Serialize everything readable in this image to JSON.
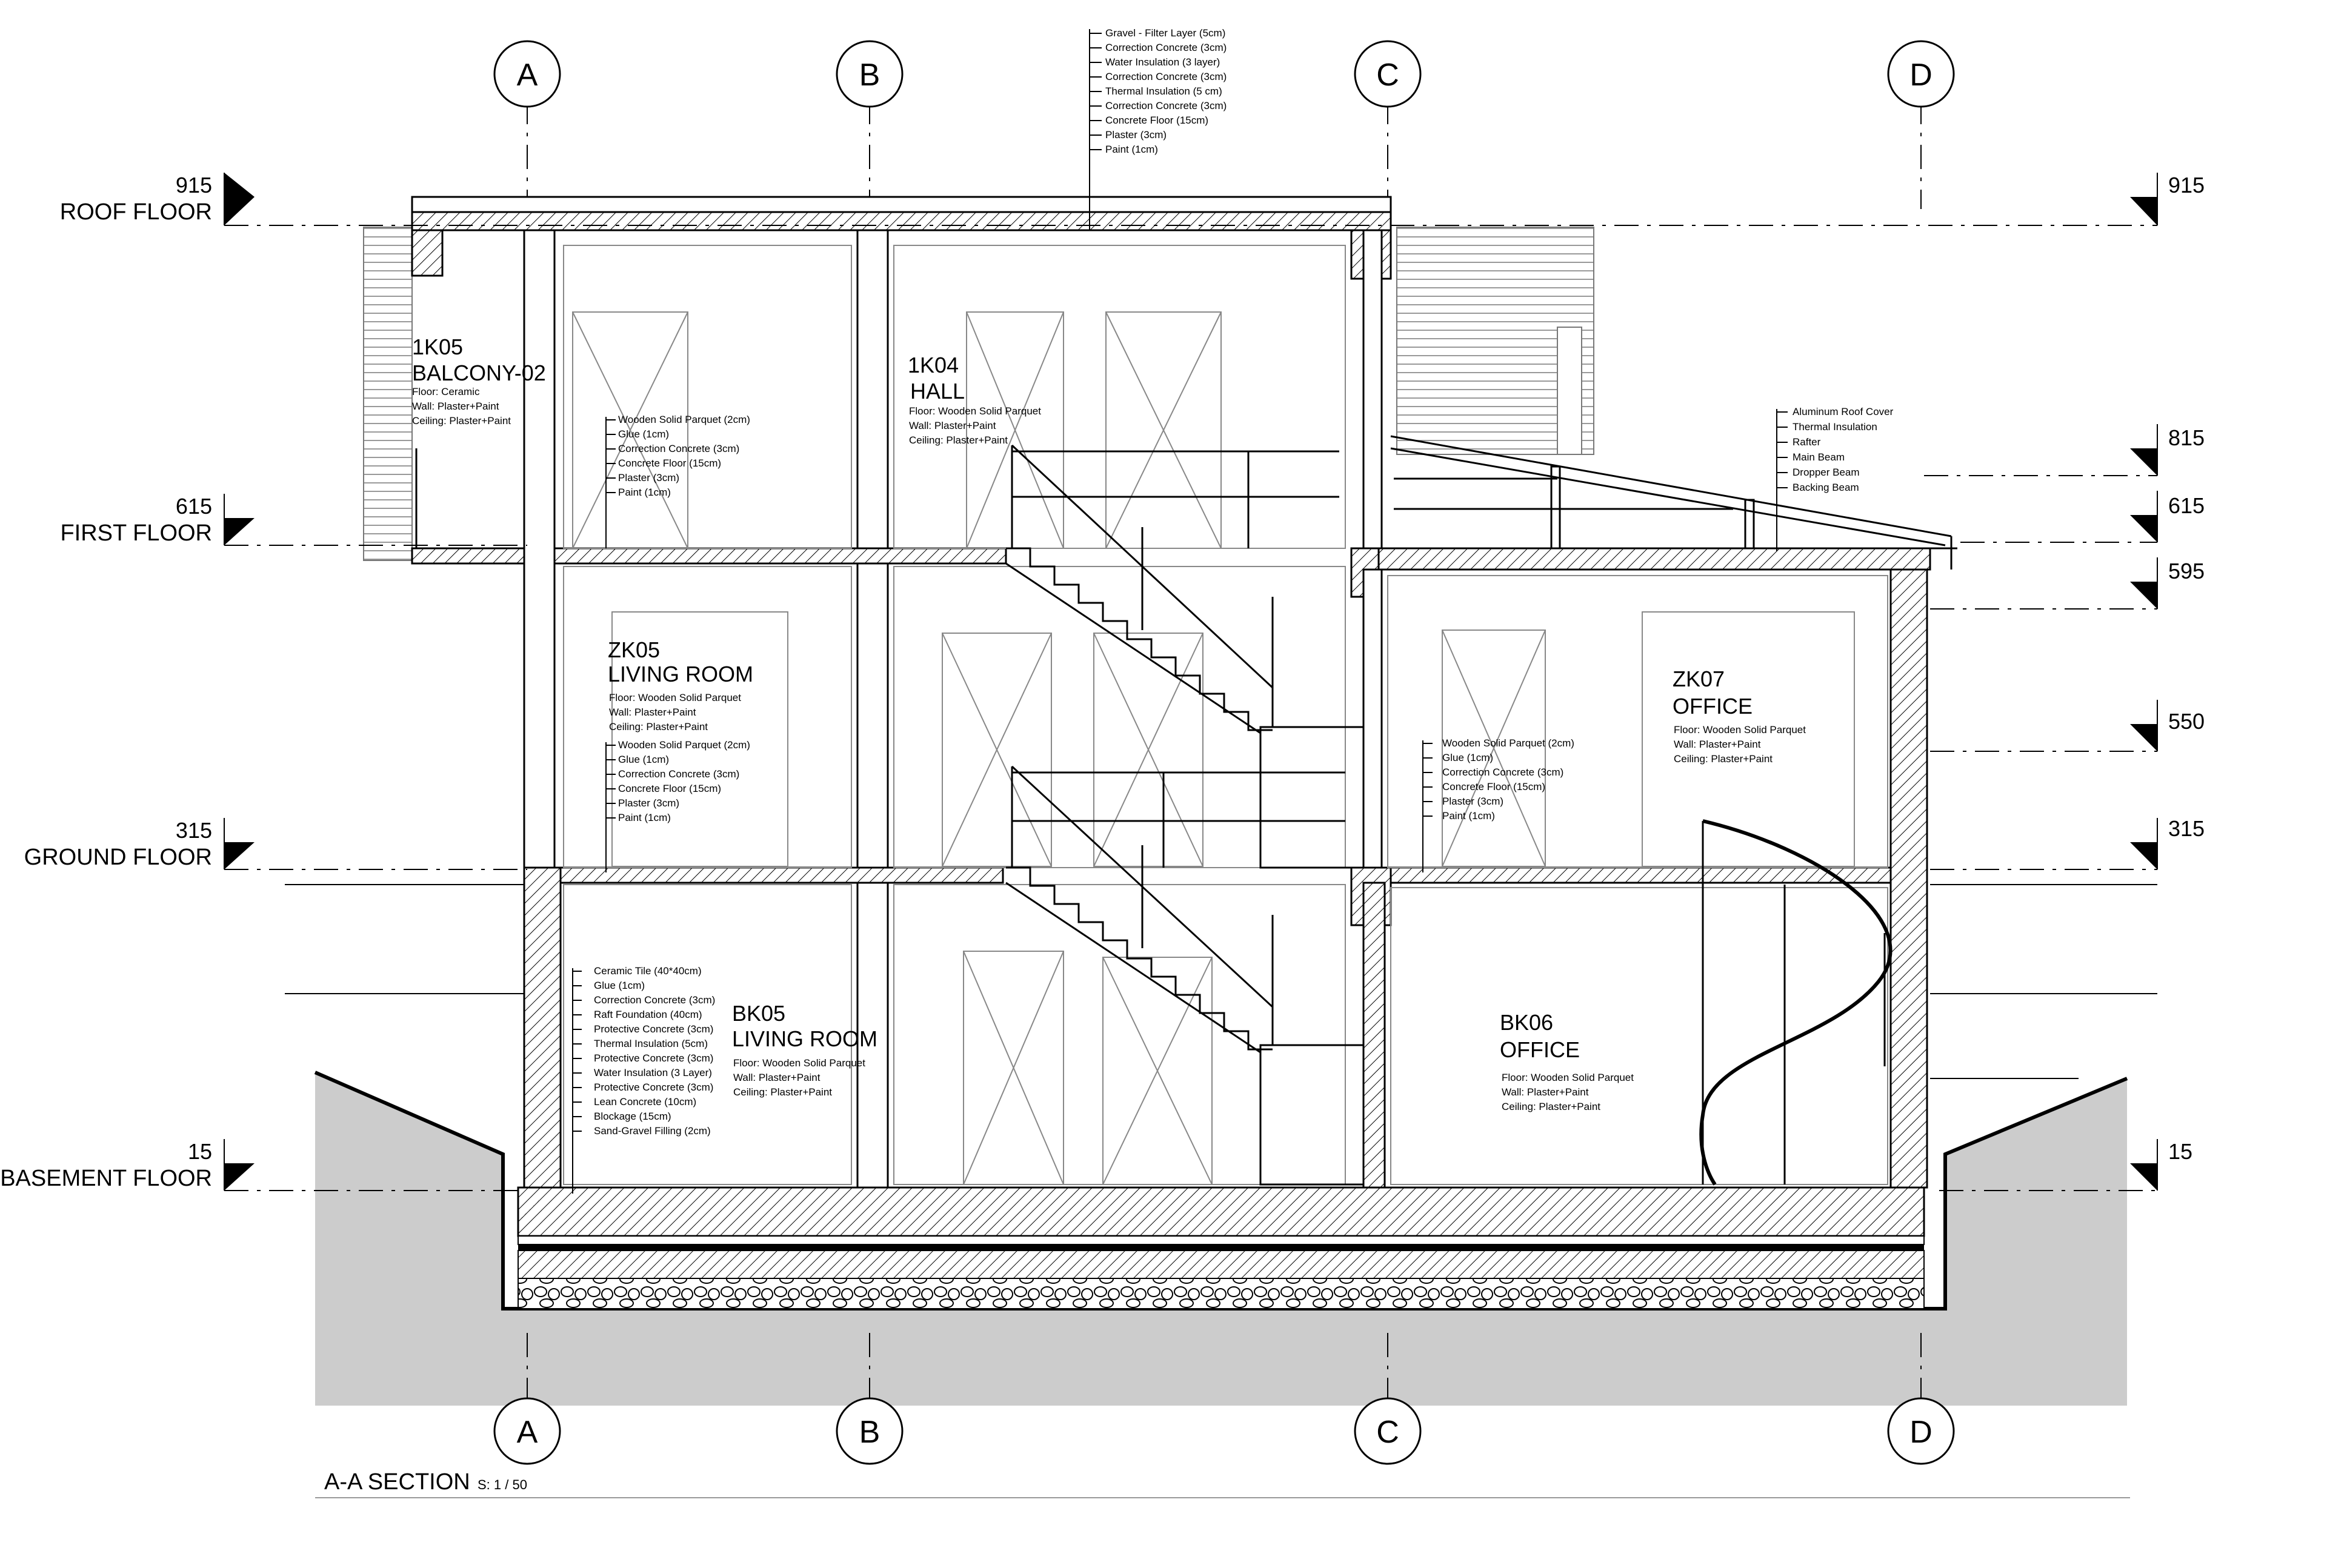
{
  "grid_labels": [
    "A",
    "B",
    "C",
    "D"
  ],
  "levels_left": [
    {
      "value": "915",
      "name": "ROOF FLOOR"
    },
    {
      "value": "615",
      "name": "FIRST FLOOR"
    },
    {
      "value": "315",
      "name": "GROUND FLOOR"
    },
    {
      "value": "15",
      "name": "BASEMENT FLOOR"
    }
  ],
  "levels_right": [
    "915",
    "815",
    "615",
    "595",
    "550",
    "315",
    "15"
  ],
  "roof_layers": [
    "Gravel - Filter Layer (5cm)",
    "Correction Concrete (3cm)",
    "Water Insulation (3 layer)",
    "Correction Concrete (3cm)",
    "Thermal Insulation (5 cm)",
    "Correction Concrete (3cm)",
    "Concrete Floor (15cm)",
    "Plaster (3cm)",
    "Paint (1cm)"
  ],
  "canopy_layers": [
    "Aluminum Roof Cover",
    "Thermal Insulation",
    "Rafter",
    "Main Beam",
    "Dropper Beam",
    "Backing Beam"
  ],
  "rooms": [
    {
      "code": "1K05",
      "name": "BALCONY-02",
      "floor": "Floor: Ceramic",
      "wall": "Wall: Plaster+Paint",
      "ceiling": "Ceiling: Plaster+Paint"
    },
    {
      "code": "1K04",
      "name": "HALL",
      "floor": "Floor: Wooden Solid Parquet",
      "wall": "Wall: Plaster+Paint",
      "ceiling": "Ceiling: Plaster+Paint"
    },
    {
      "code": "ZK05",
      "name": "LIVING ROOM",
      "floor": "Floor: Wooden Solid Parquet",
      "wall": "Wall: Plaster+Paint",
      "ceiling": "Ceiling: Plaster+Paint"
    },
    {
      "code": "ZK07",
      "name": "OFFICE",
      "floor": "Floor: Wooden Solid Parquet",
      "wall": "Wall: Plaster+Paint",
      "ceiling": "Ceiling: Plaster+Paint"
    },
    {
      "code": "BK05",
      "name": "LIVING ROOM",
      "floor": "Floor: Wooden Solid Parquet",
      "wall": "Wall: Plaster+Paint",
      "ceiling": "Ceiling: Plaster+Paint"
    },
    {
      "code": "BK06",
      "name": "OFFICE",
      "floor": "Floor: Wooden Solid Parquet",
      "wall": "Wall: Plaster+Paint",
      "ceiling": "Ceiling: Plaster+Paint"
    }
  ],
  "floor_layers": [
    "Wooden Solid Parquet (2cm)",
    "Glue (1cm)",
    "Correction Concrete (3cm)",
    "Concrete Floor (15cm)",
    "Plaster (3cm)",
    "Paint (1cm)"
  ],
  "basement_layers": [
    "Ceramic Tile (40*40cm)",
    "Glue (1cm)",
    "Correction Concrete (3cm)",
    "Raft Foundation (40cm)",
    "Protective Concrete (3cm)",
    "Thermal Insulation (5cm)",
    "Protective Concrete (3cm)",
    "Water Insulation (3 Layer)",
    "Protective Concrete (3cm)",
    "Lean Concrete (10cm)",
    "Blockage (15cm)",
    "Sand-Gravel Filling (2cm)"
  ],
  "title": "A-A SECTION",
  "scale": "S: 1 / 50"
}
